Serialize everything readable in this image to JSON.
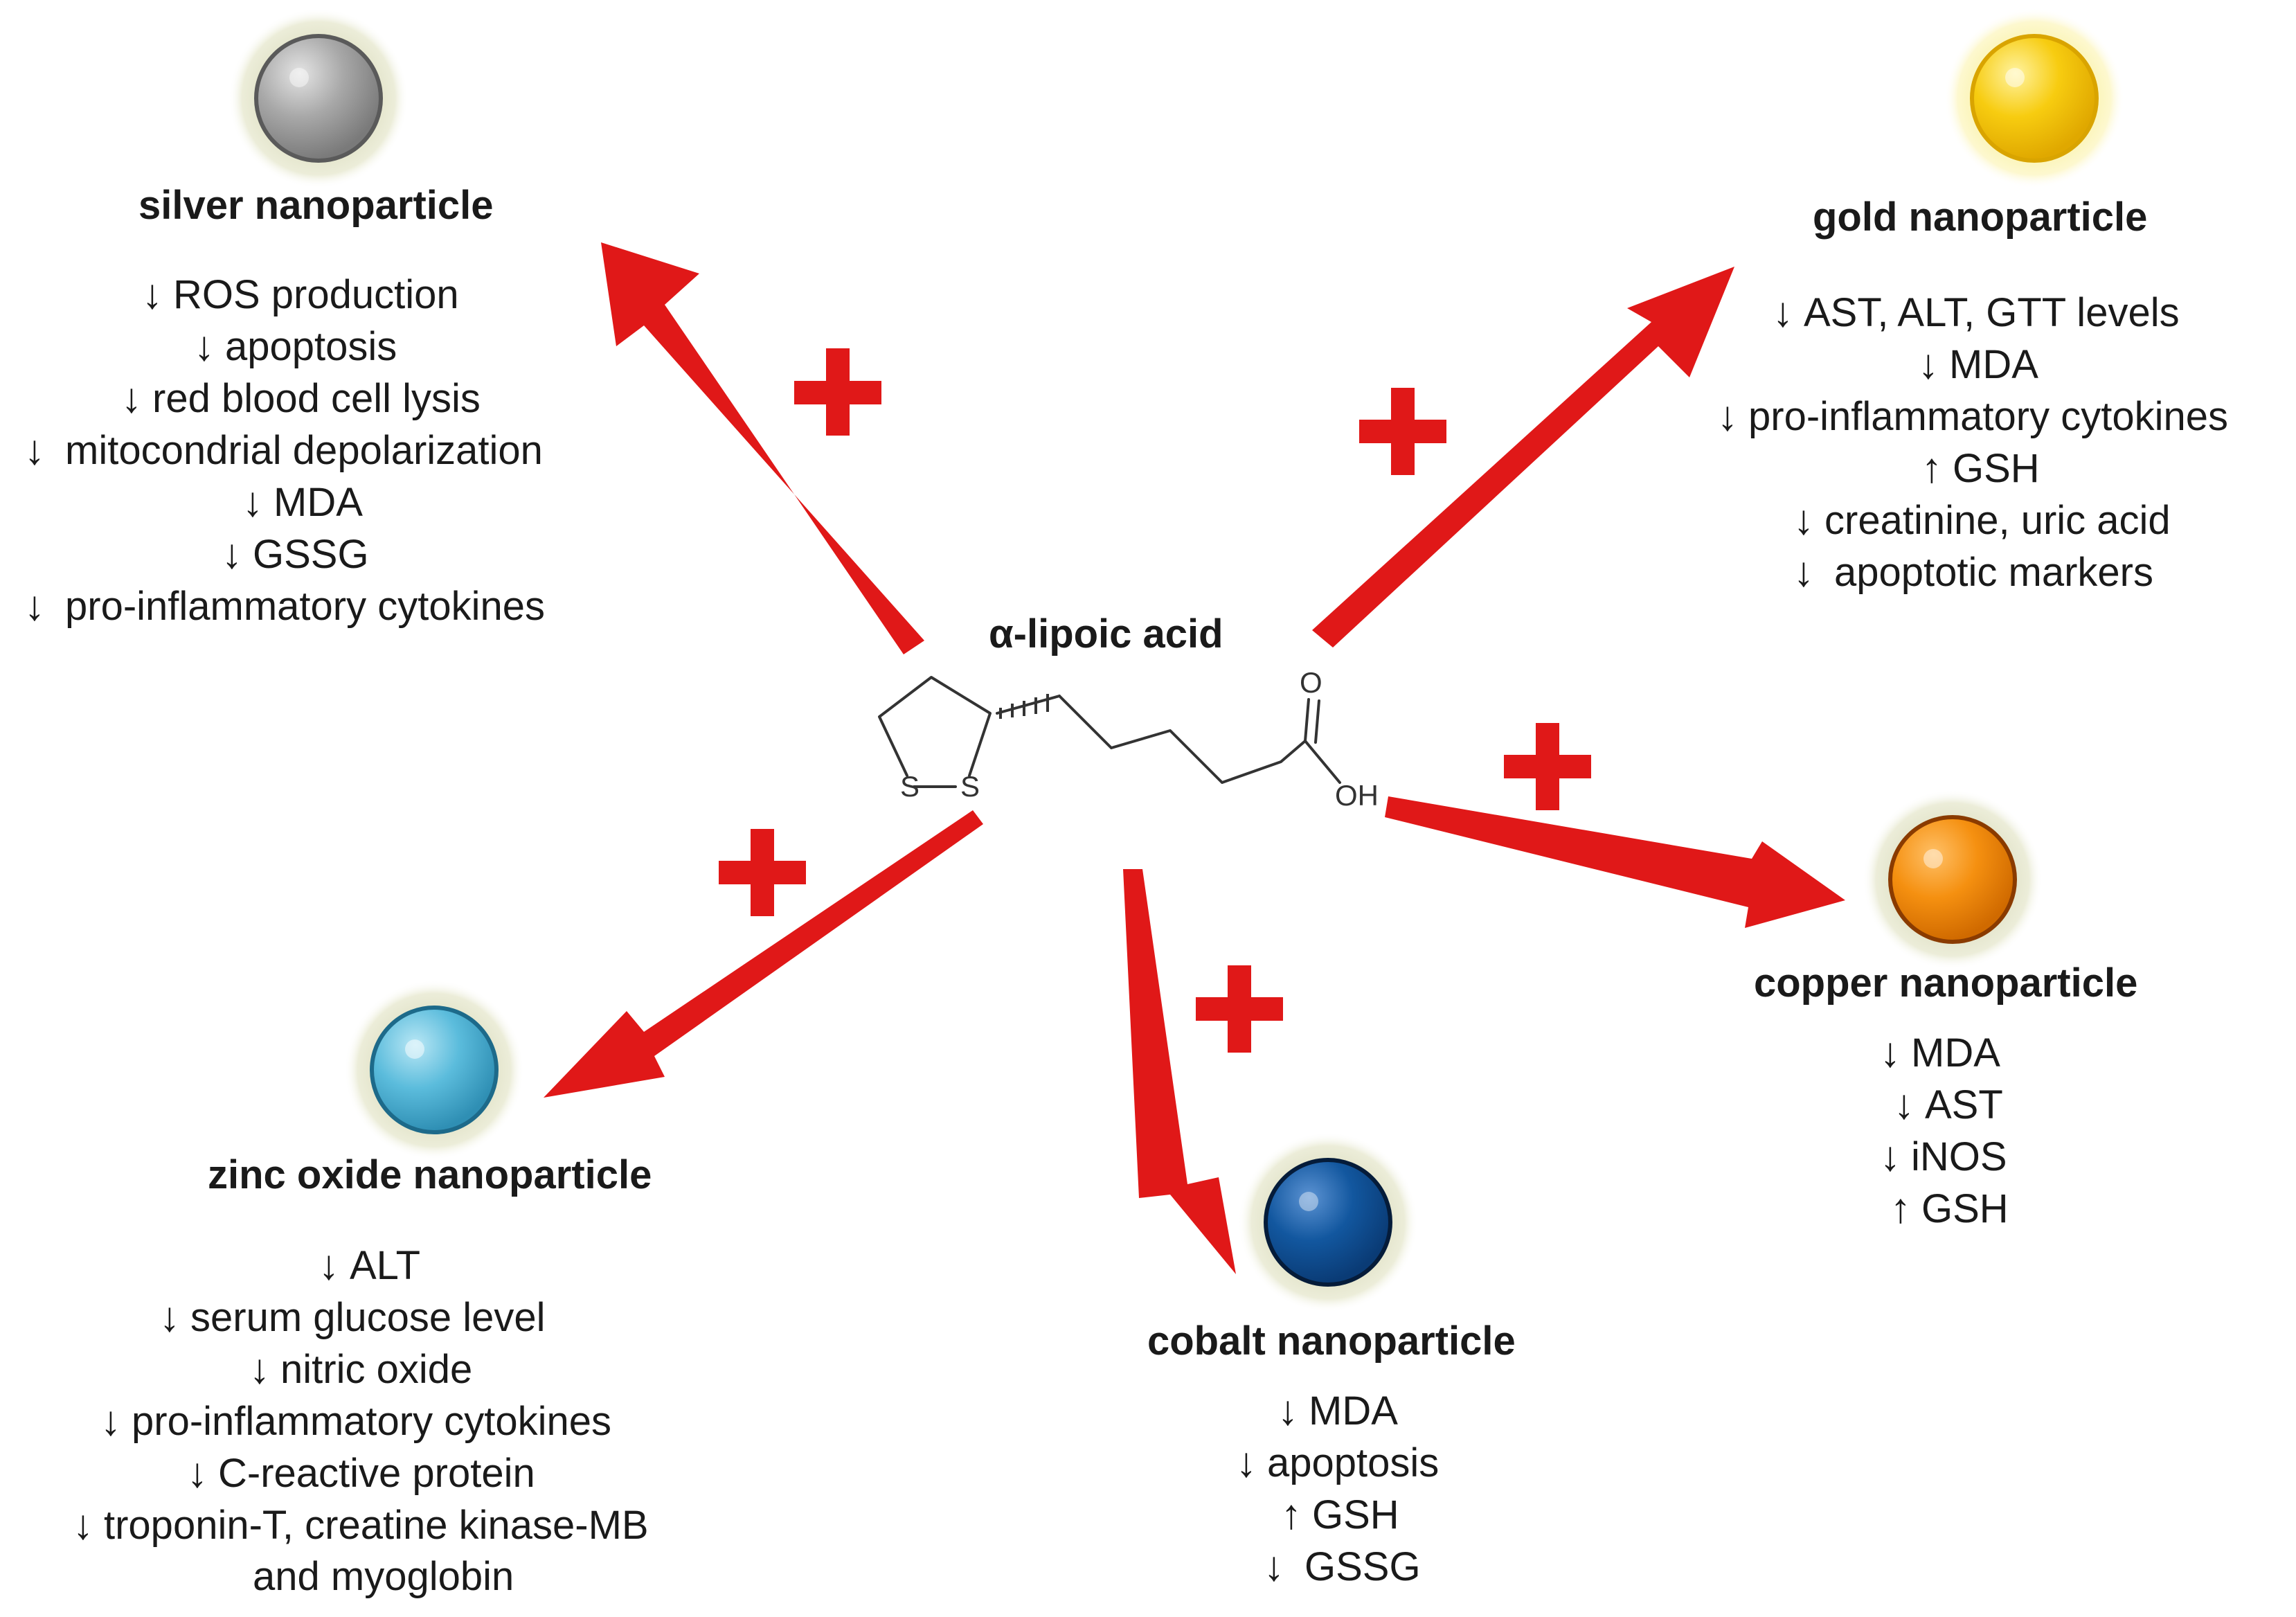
{
  "center": {
    "title": "α-lipoic acid",
    "atom_s1": "S",
    "atom_s2": "S",
    "atom_o": "O",
    "atom_oh": "OH"
  },
  "colors": {
    "arrow": "#e01818",
    "plus": "#e01818",
    "silver": "#a0a0a0",
    "gold": "#f2c400",
    "copper": "#f08a00",
    "zinc": "#4fb6d6",
    "cobalt": "#0f4f9a",
    "halo": "#e3e4cf"
  },
  "particles": [
    {
      "id": "silver",
      "title": "silver nanoparticle",
      "items": [
        {
          "dir": "down",
          "text": "ROS production"
        },
        {
          "dir": "down",
          "text": "apoptosis"
        },
        {
          "dir": "down",
          "text": "red blood cell lysis"
        },
        {
          "dir": "down",
          "text": "mitocondrial depolarization"
        },
        {
          "dir": "down",
          "text": "MDA"
        },
        {
          "dir": "down",
          "text": "GSSG"
        },
        {
          "dir": "down",
          "text": "pro-inflammatory cytokines"
        }
      ]
    },
    {
      "id": "gold",
      "title": "gold nanoparticle",
      "items": [
        {
          "dir": "down",
          "text": "AST, ALT, GTT levels"
        },
        {
          "dir": "down",
          "text": "MDA"
        },
        {
          "dir": "down",
          "text": "pro-inflammatory cytokines"
        },
        {
          "dir": "up",
          "text": "GSH"
        },
        {
          "dir": "down",
          "text": "creatinine, uric acid"
        },
        {
          "dir": "down",
          "text": "apoptotic markers"
        }
      ]
    },
    {
      "id": "copper",
      "title": "copper nanoparticle",
      "items": [
        {
          "dir": "down",
          "text": "MDA"
        },
        {
          "dir": "down",
          "text": "AST"
        },
        {
          "dir": "down",
          "text": "iNOS"
        },
        {
          "dir": "up",
          "text": "GSH"
        }
      ]
    },
    {
      "id": "zinc",
      "title": "zinc oxide nanoparticle",
      "items": [
        {
          "dir": "down",
          "text": "ALT"
        },
        {
          "dir": "down",
          "text": "serum glucose level"
        },
        {
          "dir": "down",
          "text": "nitric oxide"
        },
        {
          "dir": "down",
          "text": "pro-inflammatory cytokines"
        },
        {
          "dir": "down",
          "text": "C-reactive protein"
        },
        {
          "dir": "down",
          "text": "troponin-T, creatine kinase-MB"
        },
        {
          "dir": "none",
          "text": "and myoglobin"
        }
      ]
    },
    {
      "id": "cobalt",
      "title": "cobalt nanoparticle",
      "items": [
        {
          "dir": "down",
          "text": "MDA"
        },
        {
          "dir": "down",
          "text": "apoptosis"
        },
        {
          "dir": "up",
          "text": "GSH"
        },
        {
          "dir": "down",
          "text": "GSSG"
        }
      ]
    }
  ]
}
